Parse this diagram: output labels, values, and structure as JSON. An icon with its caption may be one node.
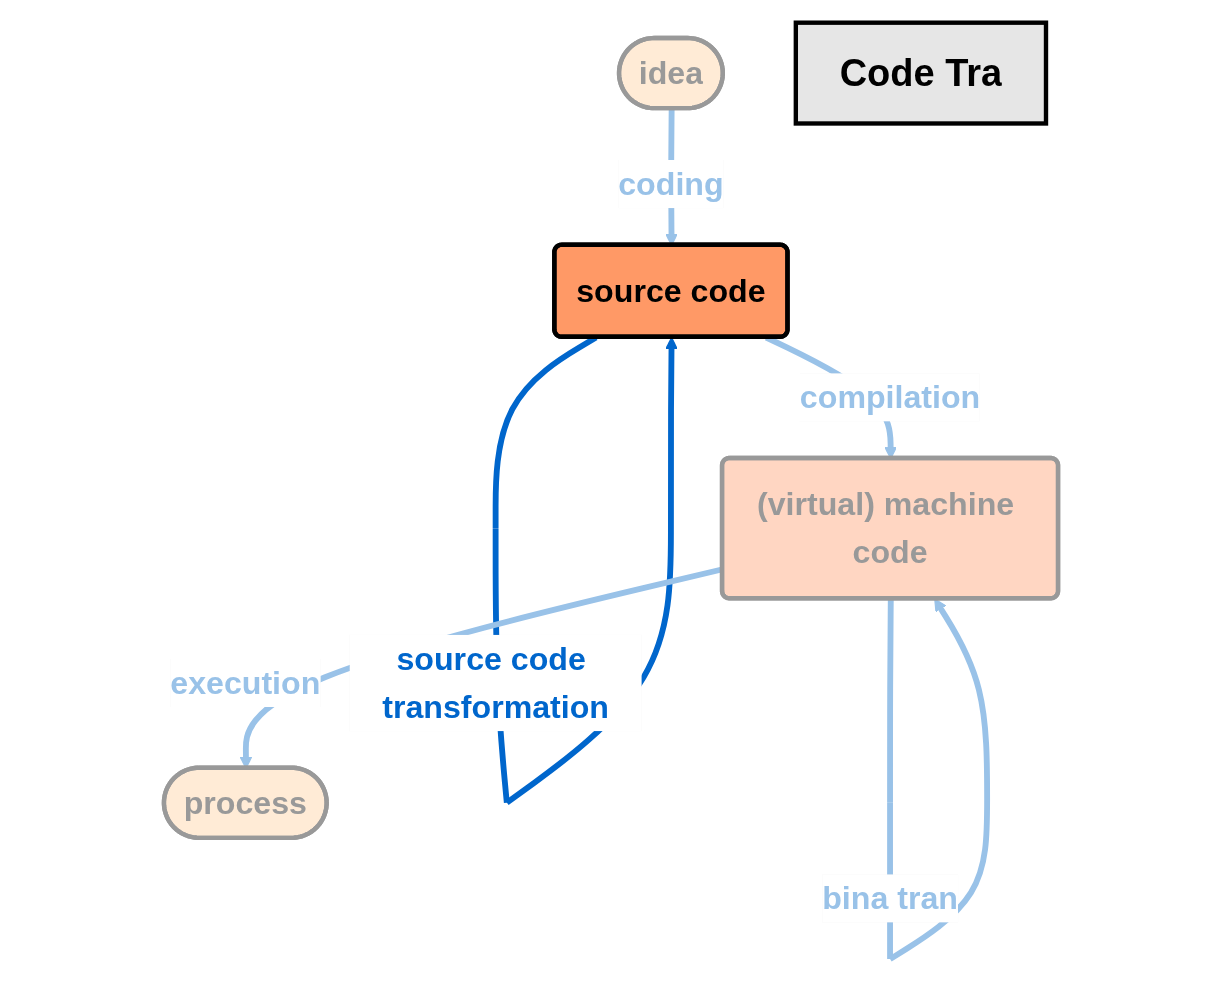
{
  "diagram": {
    "nodes": [
      {
        "text": [
          "idea"
        ]
      },
      {
        "text": [
          "source code"
        ]
      },
      {
        "text": [
          "(virtual) machine code"
        ]
      },
      {
        "text": [
          "process"
        ]
      },
      {
        "text": [
          "Code Tra"
        ]
      }
    ],
    "edges": [
      {
        "from": 0,
        "to": 1,
        "arrow": "to",
        "label": "coding"
      },
      {
        "from": 1,
        "to": 1,
        "arrow": "to",
        "label": "source code transformation",
        "color": "#0066cc"
      },
      {
        "from": 1,
        "to": 2,
        "arrow": "to",
        "label": "compilation"
      },
      {
        "from": 2,
        "to": 2,
        "arrow": "to",
        "label": "bina tran"
      },
      {
        "from": 2,
        "to": 3,
        "arrow": "to",
        "label": "execution"
      }
    ]
  }
}
